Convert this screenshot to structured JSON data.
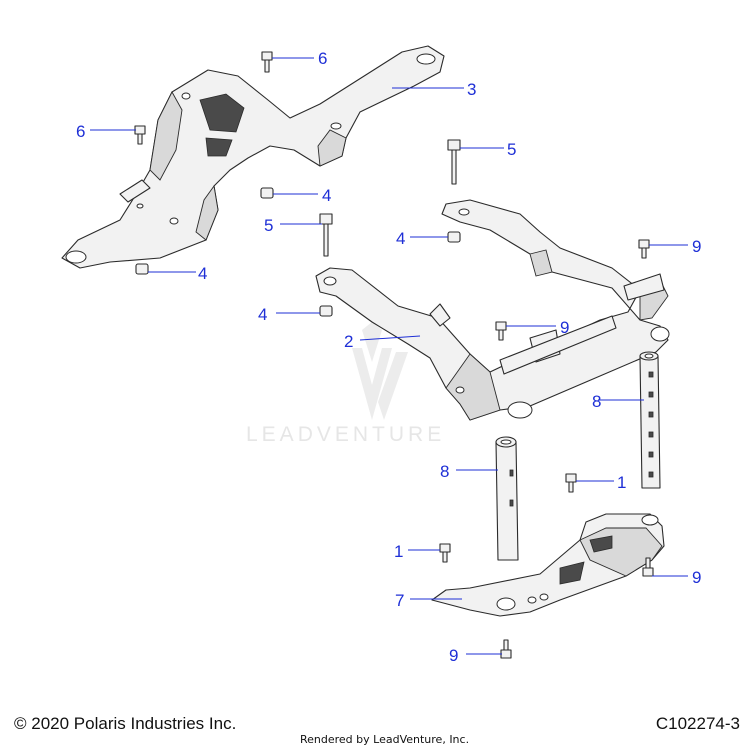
{
  "watermark": {
    "text": "LEADVENTURE"
  },
  "callouts": [
    "6",
    "3",
    "6",
    "5",
    "4",
    "5",
    "4",
    "9",
    "4",
    "4",
    "2",
    "9",
    "8",
    "8",
    "1",
    "1",
    "9",
    "7",
    "9"
  ],
  "footer": {
    "copyright": "© 2020 Polaris Industries Inc.",
    "rendered_by": "Rendered by LeadVenture, Inc.",
    "diagram_id": "C102274-3"
  }
}
